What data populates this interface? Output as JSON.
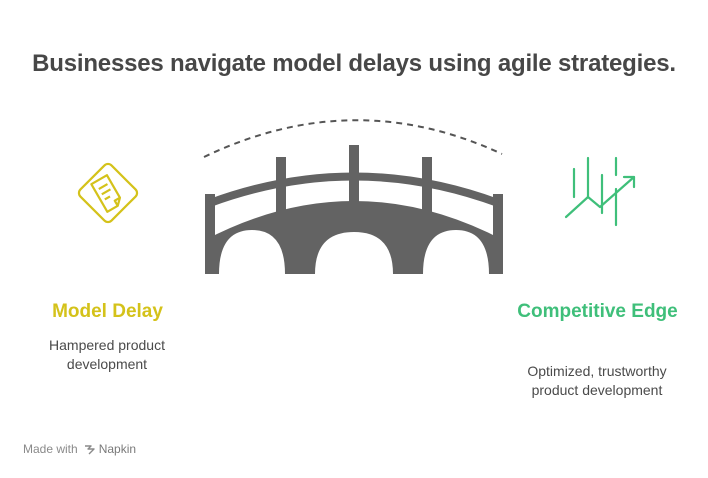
{
  "title": "Businesses navigate model delays using agile strategies.",
  "left": {
    "heading": "Model Delay",
    "description": "Hampered product development",
    "icon": "document-icon",
    "color": "#d4c21a"
  },
  "right": {
    "heading": "Competitive Edge",
    "description": "Optimized, trustworthy product development",
    "icon": "growth-chart-icon",
    "color": "#3fbf7a"
  },
  "center": {
    "icon": "bridge-icon",
    "color": "#636363"
  },
  "footer": {
    "made_with": "Made with",
    "brand": "Napkin"
  }
}
